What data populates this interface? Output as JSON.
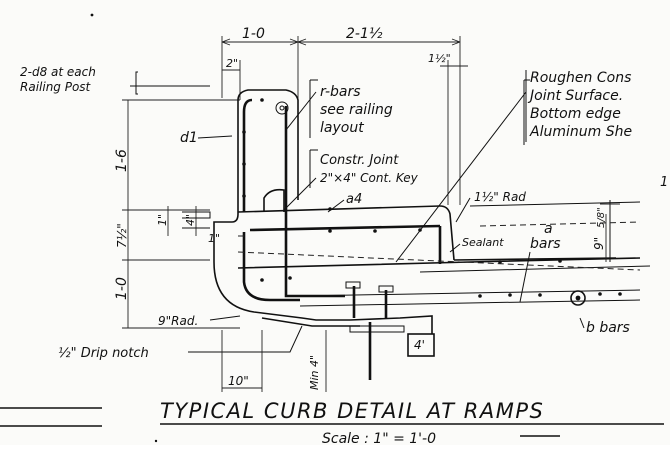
{
  "dimensions": {
    "top_left_width": "1-0",
    "top_right_width": "2-1½",
    "small_top": "2\"",
    "right_small": "1½\"",
    "left_upper_height": "1-6",
    "left_mid_height": "7½\"",
    "left_lower_height": "1-0",
    "joint_1": "1\"",
    "joint_4": "4\"",
    "joint_1b": "1\"",
    "right_5_8": "5/8\"",
    "right_9": "9\"",
    "bottom_10": "10\"",
    "bottom_min4": "Min 4\"",
    "bottom_box_4": "4'"
  },
  "labels": {
    "railing_post_line1": "2-d8 at each",
    "railing_post_line2": "Railing Post",
    "d1": "d1",
    "rbars_line1": "r-bars",
    "rbars_line2": "see railing",
    "rbars_line3": "layout",
    "constr_line1": "Constr. Joint",
    "constr_line2": "2\"×4\" Cont. Key",
    "a4": "a4",
    "rad_1_2": "1½\" Rad",
    "a_bars_1": "a",
    "a_bars_2": "bars",
    "sealant": "Sealant",
    "rad_9": "9\"Rad.",
    "drip_notch": "½\" Drip notch",
    "b_bars": "b bars",
    "roughen_line1": "Roughen Cons",
    "roughen_line2": "Joint Surface.",
    "roughen_line3": "Bottom edge",
    "roughen_line4": "Aluminum She",
    "side_mark": "1"
  },
  "title": "TYPICAL  CURB  DETAIL AT RAMPS",
  "scale": "Scale : 1\" = 1'-0"
}
